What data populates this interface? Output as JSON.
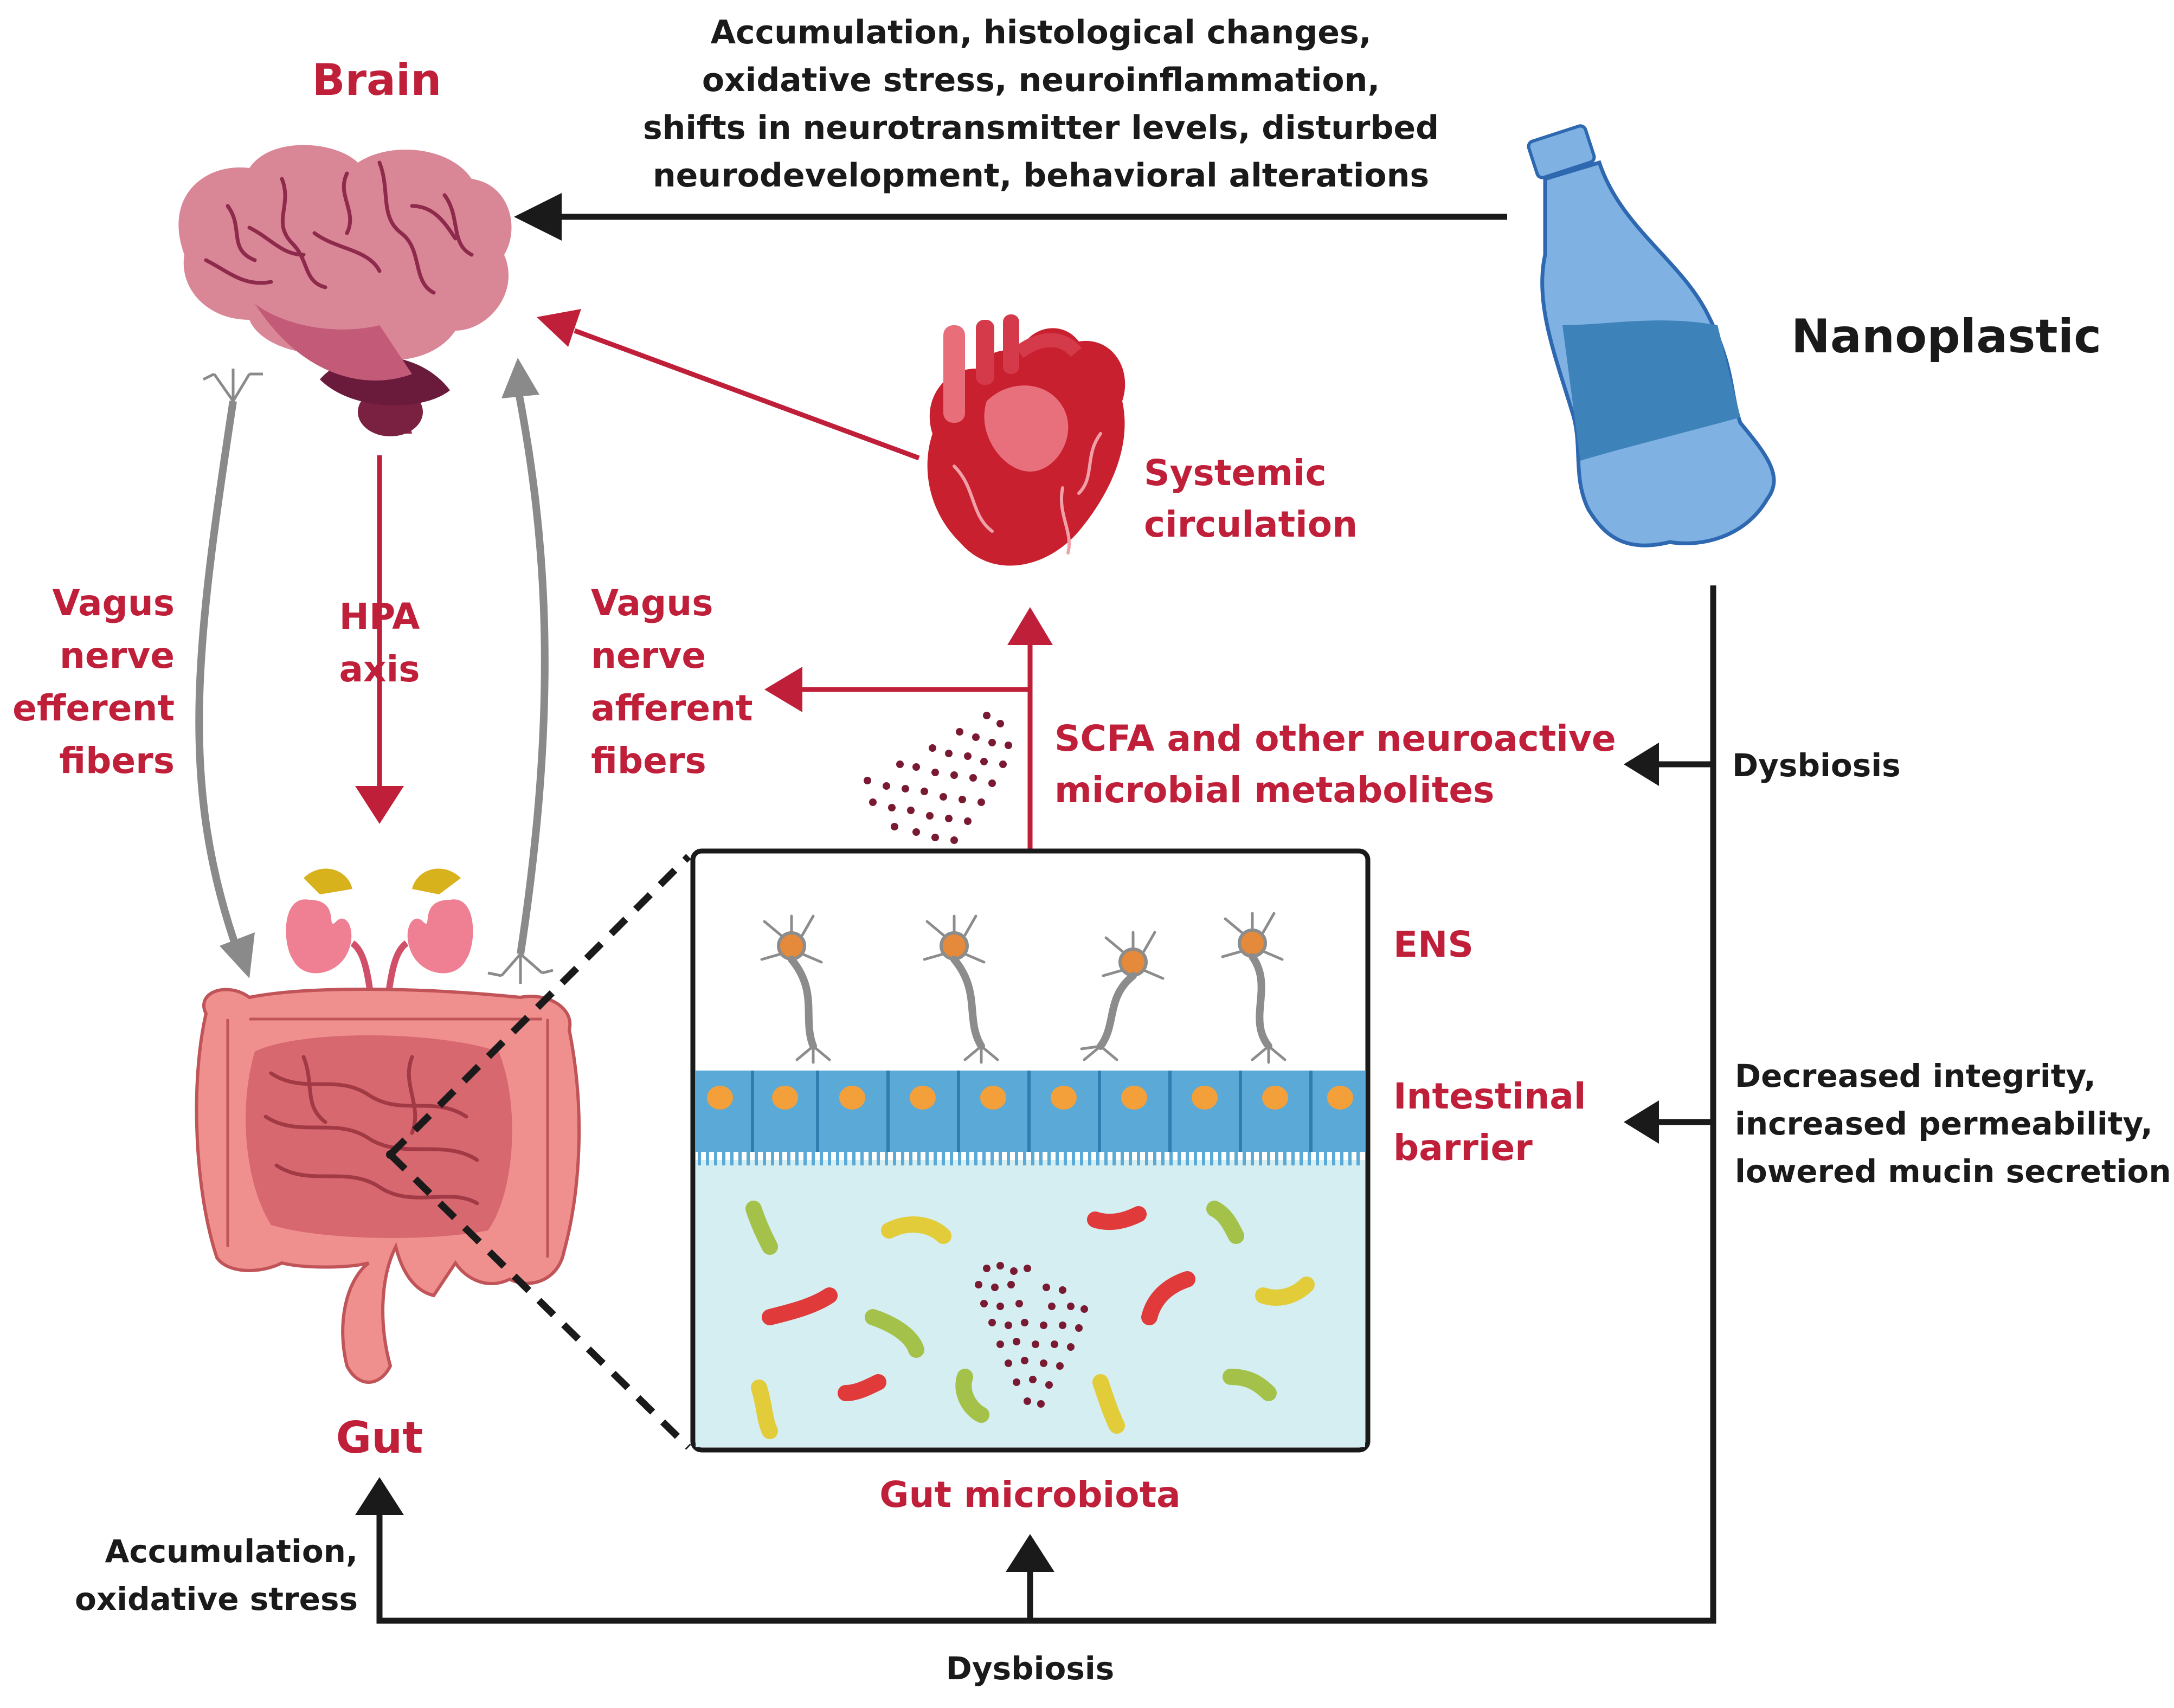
{
  "labels": {
    "brain": "Brain",
    "gut": "Gut",
    "nanoplastic": "Nanoplastic",
    "gut_microbiota": "Gut microbiota",
    "ens": "ENS",
    "intestinal_barrier": [
      "Intestinal",
      "barrier"
    ],
    "systemic_circulation": [
      "Systemic",
      "circulation"
    ],
    "vagus_efferent": [
      "Vagus",
      "nerve",
      "efferent",
      "fibers"
    ],
    "vagus_afferent": [
      "Vagus",
      "nerve",
      "afferent",
      "fibers"
    ],
    "hpa_axis": [
      "HPA",
      "axis"
    ],
    "scfa": [
      "SCFA and other neuroactive",
      "microbial metabolites"
    ],
    "brain_effects": [
      "Accumulation, histological changes,",
      "oxidative stress, neuroinflammation,",
      "shifts in neurotransmitter levels, disturbed",
      "neurodevelopment, behavioral alterations"
    ],
    "dysbiosis_right": "Dysbiosis",
    "barrier_effects": [
      "Decreased integrity,",
      "increased permeability,",
      "lowered mucin secretion"
    ],
    "gut_effects": [
      "Accumulation,",
      "oxidative stress"
    ],
    "dysbiosis_bottom": "Dysbiosis"
  },
  "colors": {
    "red": "#c01f3a",
    "black": "#1a1a1a",
    "gray_arrow": "#8a8a8a",
    "bottle": "#7fb2e3",
    "bottle_band": "#3e82ba",
    "lumen": "#d5eef2",
    "epithelium": "#5aa9d6",
    "nucleus": "#f3a03b"
  },
  "icons": [
    "brain-icon",
    "heart-icon",
    "bottle-icon",
    "kidney-icon",
    "intestine-icon",
    "neuron-icon",
    "bacteria-icon",
    "metabolite-dots-icon"
  ]
}
